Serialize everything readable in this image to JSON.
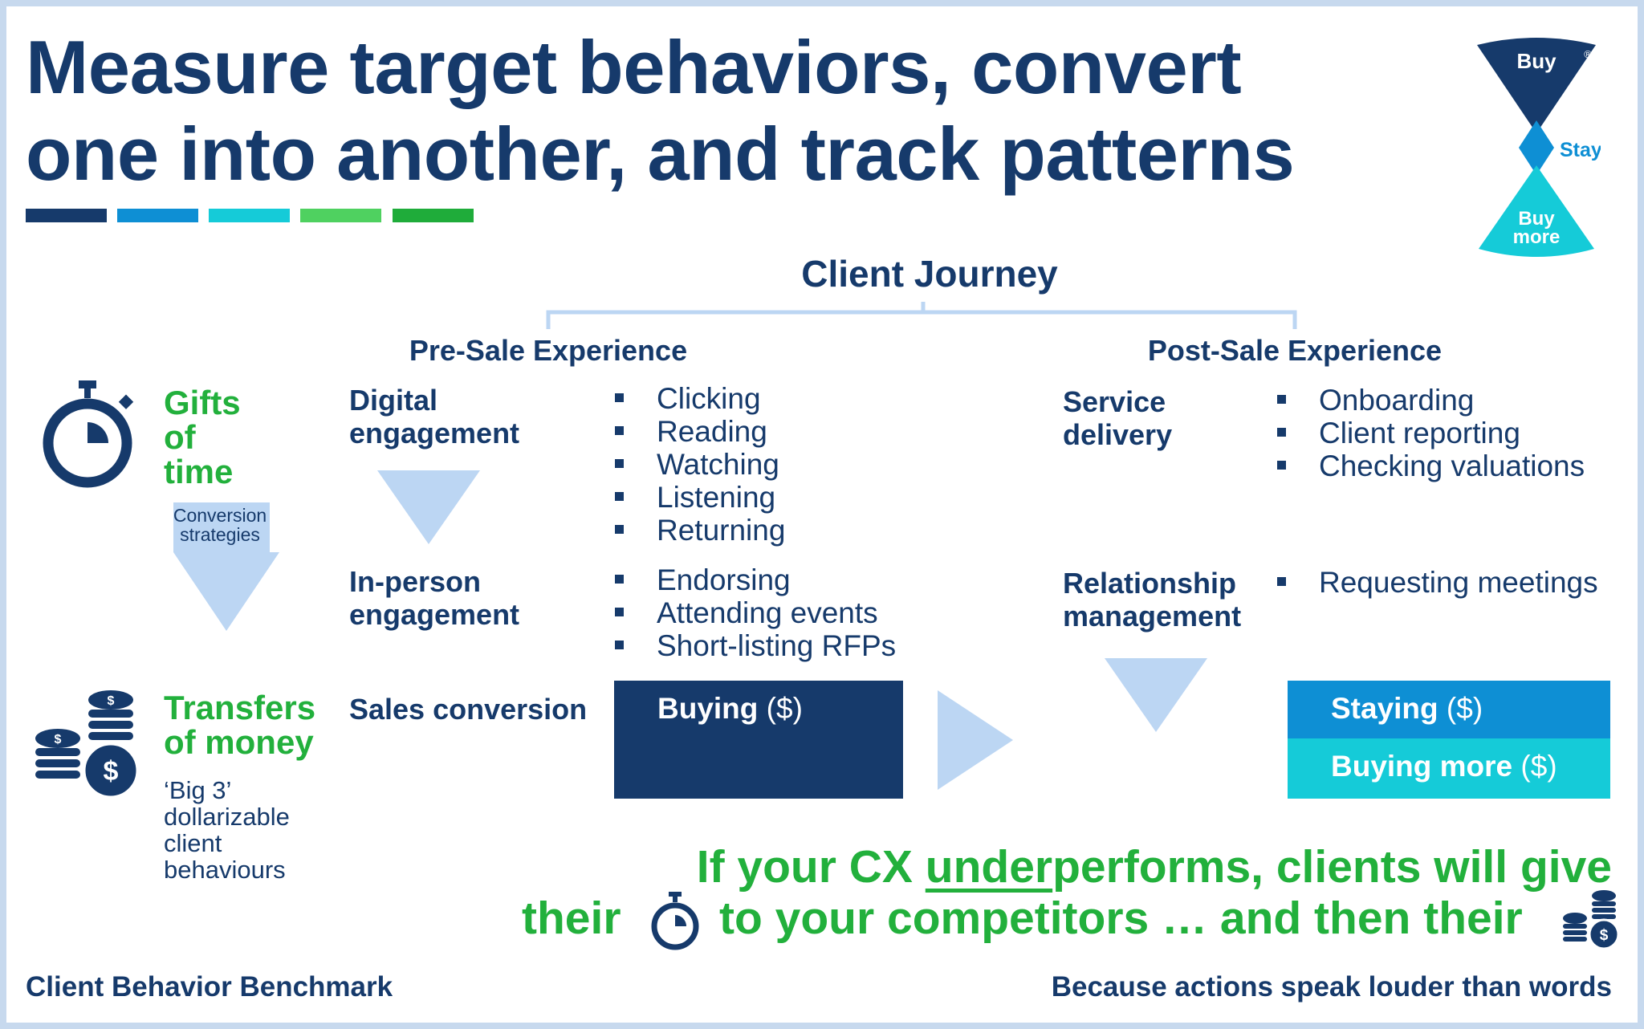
{
  "title": {
    "line1": "Measure target behaviors, convert",
    "line2": "one into another, and track patterns"
  },
  "color_bars": [
    "#163a6b",
    "#0e8fd4",
    "#15cbd8",
    "#4fd160",
    "#1fac3a"
  ],
  "logo": {
    "top": "Buy",
    "middle": "Stay",
    "bottom_line1": "Buy",
    "bottom_line2": "more",
    "registered": "®"
  },
  "journey": {
    "title": "Client Journey",
    "pre_sale": "Pre-Sale Experience",
    "post_sale": "Post-Sale Experience"
  },
  "left_panel": {
    "gifts_line1": "Gifts",
    "gifts_line2": "of",
    "gifts_line3": "time",
    "conversion_line1": "Conversion",
    "conversion_line2": "strategies",
    "transfers_line1": "Transfers",
    "transfers_line2": "of money",
    "big3_line1": "‘Big 3’",
    "big3_line2": "dollarizable",
    "big3_line3": "client",
    "big3_line4": "behaviours"
  },
  "pre_sale": {
    "digital": {
      "line1": "Digital",
      "line2": "engagement",
      "items": [
        "Clicking",
        "Reading",
        "Watching",
        "Listening",
        "Returning"
      ]
    },
    "in_person": {
      "line1": "In-person",
      "line2": "engagement",
      "items": [
        "Endorsing",
        "Attending events",
        "Short-listing RFPs"
      ]
    },
    "sales_conversion": "Sales conversion",
    "buying_label": "Buying",
    "buying_unit": "($)"
  },
  "post_sale": {
    "service": {
      "line1": "Service",
      "line2": "delivery",
      "items": [
        "Onboarding",
        "Client reporting",
        "Checking valuations"
      ]
    },
    "relationship": {
      "line1": "Relationship",
      "line2": "management",
      "items": [
        "Requesting meetings"
      ]
    },
    "staying_label": "Staying",
    "staying_unit": "($)",
    "buying_more_label": "Buying more",
    "buying_more_unit": "($)"
  },
  "cta": {
    "line1_pre": "If your CX ",
    "line1_underlined": "under",
    "line1_post": "performs, clients will give",
    "line2_pre": "their",
    "line2_mid": "to your competitors … and then their"
  },
  "footer": {
    "left": "Client Behavior Benchmark",
    "right": "Because actions speak louder than words"
  },
  "colors": {
    "navy": "#163a6b",
    "blue": "#0e8fd4",
    "cyan": "#15cbd8",
    "green": "#22b03c",
    "arrow": "#bcd6f3"
  }
}
